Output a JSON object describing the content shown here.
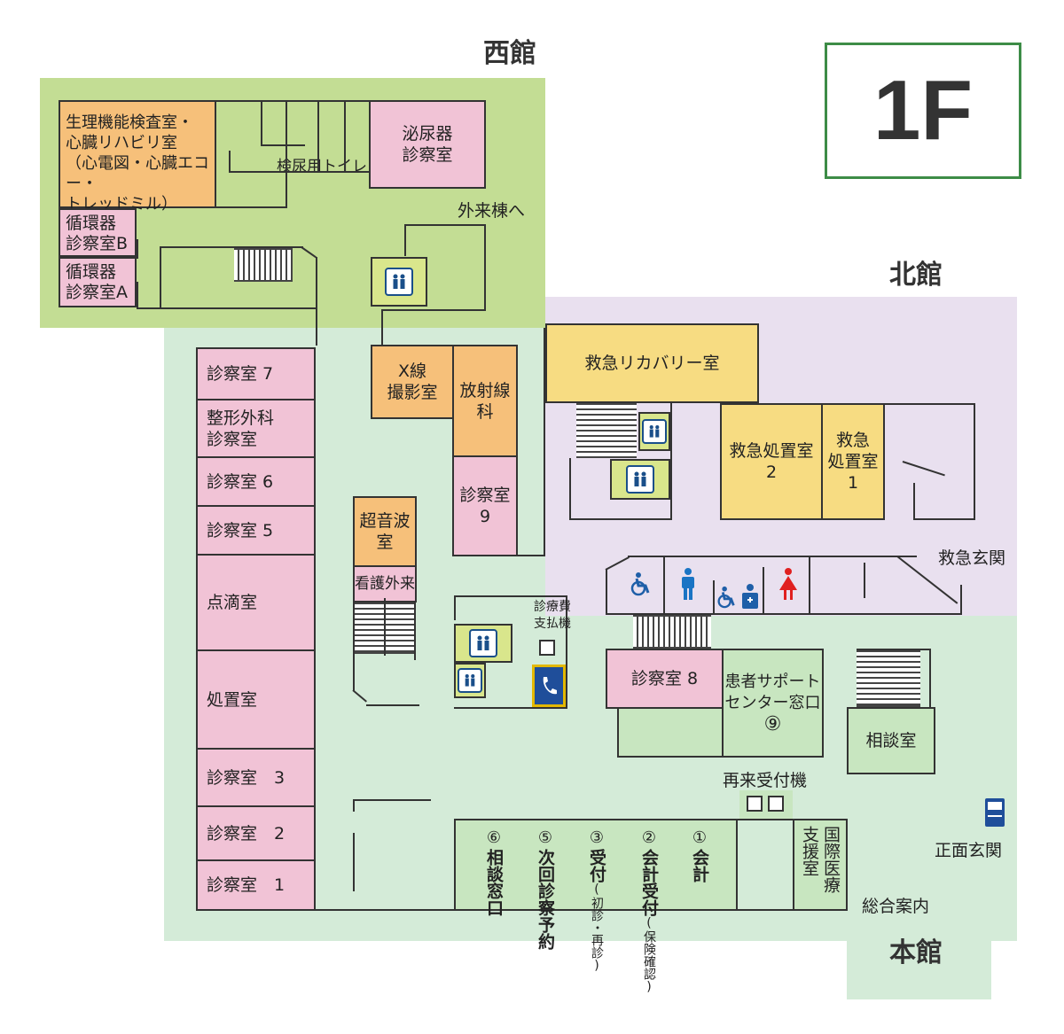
{
  "floor_label": "1F",
  "buildings": {
    "west": "西館",
    "north": "北館",
    "main": "本館"
  },
  "colors": {
    "west_zone": "#c3dd94",
    "north_zone": "#e9e0ef",
    "main_zone": "#d4ebd8",
    "pink_room": "#f1c3d6",
    "orange_room": "#f6c07a",
    "yellow_room": "#f7dc82",
    "green_room": "#c8e6c0",
    "floor_box_border": "#3d8c47",
    "wc_male": "#1a74c4",
    "wc_female": "#e02020",
    "accessible": "#1f5fa8"
  },
  "rooms": {
    "physiology": "生理機能検査室・\n心臓リハビリ室\n（心電図・心臓エコー・\nトレッドミル）",
    "circulatory_b": "循環器\n診察室B",
    "circulatory_a": "循環器\n診察室A",
    "urology": "泌尿器\n診察室",
    "urine_toilet": "検尿用トイレ",
    "to_outpatient": "外来棟へ",
    "exam7": "診察室 7",
    "orthopedics": "整形外科\n診察室",
    "exam6": "診察室 6",
    "exam5": "診察室 5",
    "iv_room": "点滴室",
    "treatment": "処置室",
    "exam3": "診察室　3",
    "exam2": "診察室　2",
    "exam1": "診察室　1",
    "xray": "X線\n撮影室",
    "radiology": "放射線\n科",
    "exam9": "診察室\n9",
    "ultrasound": "超音波\n室",
    "nursing": "看護外来",
    "payment_machine": "診療費\n支払機",
    "er_recovery": "救急リカバリー室",
    "er_treat2": "救急処置室\n2",
    "er_treat1": "救急\n処置室\n1",
    "er_entrance": "救急玄関",
    "exam8": "診察室 8",
    "patient_support": "患者サポート\nセンター窓口",
    "patient_support_num": "⑨",
    "consult_room": "相談室",
    "reception_machine": "再来受付機",
    "front_entrance": "正面玄関",
    "info_desk": "総合案内",
    "intl": "国際医療支援室"
  },
  "counters": [
    {
      "num": "⑥",
      "label": "相談窓口",
      "sub": ""
    },
    {
      "num": "⑤",
      "label": "次回診察予約",
      "sub": ""
    },
    {
      "num": "③",
      "label": "受付",
      "sub": "(初診・再診)"
    },
    {
      "num": "②",
      "label": "会計受付",
      "sub": "(保険確認)"
    },
    {
      "num": "①",
      "label": "会計",
      "sub": ""
    }
  ],
  "icons": {
    "elevator": "elevator-icon",
    "phone": "phone-icon",
    "wheelchair": "wheelchair-icon",
    "male": "male-toilet-icon",
    "female": "female-toilet-icon",
    "ostomate": "ostomate-icon",
    "atm": "machine-icon"
  }
}
